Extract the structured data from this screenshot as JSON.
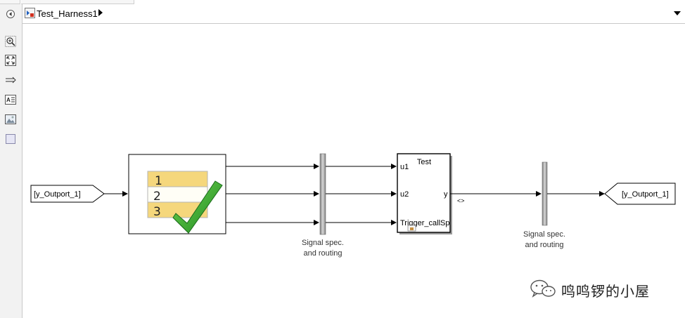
{
  "breadcrumb": {
    "model_name": "Test_Harness1"
  },
  "toolbar": {
    "items": [
      {
        "icon": "hide-browser-icon"
      },
      {
        "icon": "zoom-in-icon"
      },
      {
        "icon": "fit-to-view-icon"
      },
      {
        "icon": "signal-arrows-icon"
      },
      {
        "icon": "annotation-icon"
      },
      {
        "icon": "image-icon"
      },
      {
        "icon": "area-icon"
      }
    ]
  },
  "canvas": {
    "goto_block": {
      "label": "[y_Outport_1]"
    },
    "signal_editor": {
      "rows": [
        "1",
        "2",
        "3"
      ],
      "check_color": "#3cb043"
    },
    "mux1_caption": [
      "Signal spec.",
      "and routing"
    ],
    "subsystem": {
      "title": "Test",
      "ports_in": [
        "u1",
        "u2",
        "Trigger_callSp"
      ],
      "port_out": "y"
    },
    "signal_tag": "<>",
    "mux2_caption": [
      "Signal spec.",
      "and routing"
    ],
    "from_block": {
      "label": "[y_Outport_1]"
    }
  },
  "watermark": {
    "text": "鸣鸣锣的小屋"
  }
}
